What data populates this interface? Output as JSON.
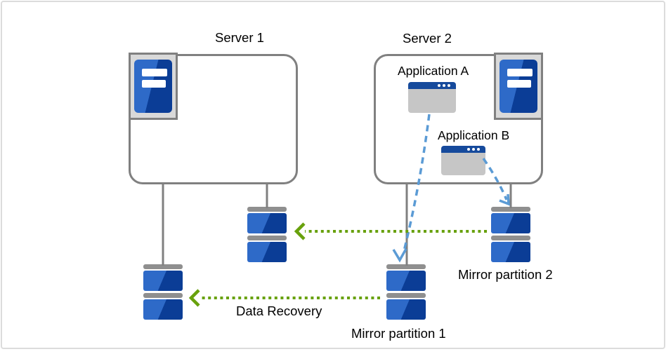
{
  "diagram": {
    "server1": {
      "label": "Server 1"
    },
    "server2": {
      "label": "Server 2",
      "application_a": {
        "label": "Application A"
      },
      "application_b": {
        "label": "Application B"
      }
    },
    "mirror_partition_1": {
      "label": "Mirror partition 1"
    },
    "mirror_partition_2": {
      "label": "Mirror partition 2"
    },
    "data_recovery_arrow": {
      "label": "Data Recovery"
    }
  },
  "icons": {
    "server_tower": "blue tower server in gray box",
    "application_window": "window with blue titlebar and three dots",
    "disk_partition": "stacked blue disk platters with gray bars",
    "green_dotted_arrow": "left-pointing dotted arrow (mirroring/recovery)",
    "blue_dashed_arrow": "dashed arrow from application to partition"
  },
  "colors": {
    "partition_blue_light": "#2e6ac8",
    "partition_blue_dark": "#0b3d96",
    "titlebar_blue": "#164a9c",
    "connector_gray": "#808080",
    "icon_box_gray": "#d9d9d9",
    "window_body_gray": "#c6c6c6",
    "mirror_green": "#68a10c",
    "app_arrow_blue": "#5b9bd5"
  }
}
